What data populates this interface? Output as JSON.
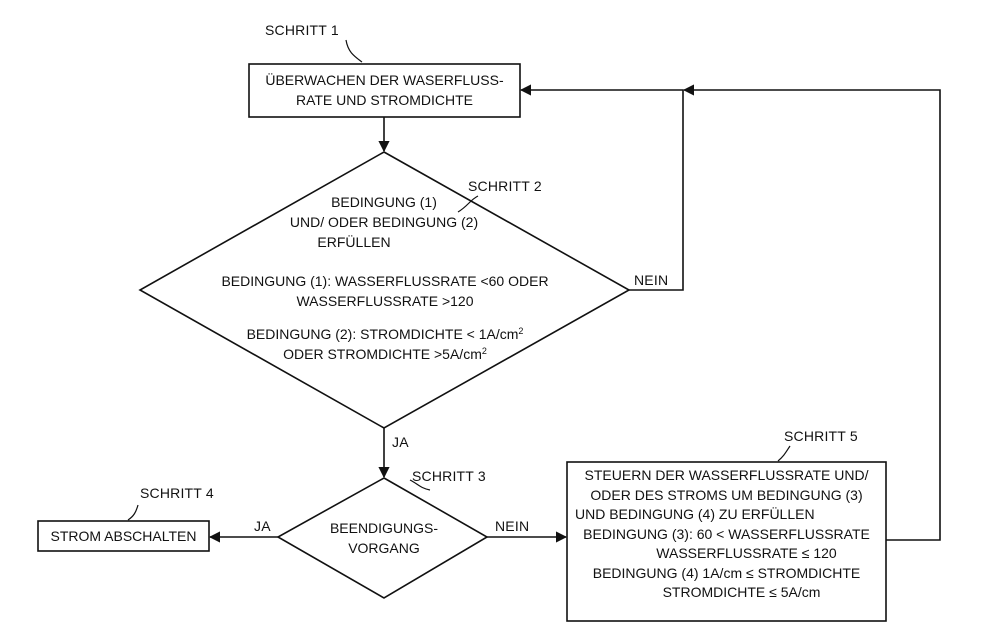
{
  "step1": {
    "label": "SCHRITT 1",
    "line1": "ÜBERWACHEN DER WASERFLUSS-",
    "line2": "RATE UND STROMDICHTE"
  },
  "step2": {
    "label": "SCHRITT 2",
    "q1": "BEDINGUNG (1)",
    "q2": "UND/ ODER  BEDINGUNG (2)",
    "q3": "ERFÜLLEN",
    "c1a": "BEDINGUNG (1): WASSERFLUSSRATE <60 ODER",
    "c1b": "WASSERFLUSSRATE >120",
    "c2a": "BEDINGUNG (2): STROMDICHTE < 1A/cm",
    "c2b": "ODER STROMDICHTE >5A/cm",
    "sup": "2",
    "no": "NEIN",
    "yes": "JA"
  },
  "step3": {
    "label": "SCHRITT 3",
    "line1": "BEENDIGUNGS-",
    "line2": "VORGANG",
    "yes": "JA",
    "no": "NEIN"
  },
  "step4": {
    "label": "SCHRITT 4",
    "text": "STROM ABSCHALTEN"
  },
  "step5": {
    "label": "SCHRITT 5",
    "l1": "STEUERN DER WASSERFLUSSRATE UND/",
    "l2": "ODER DES STROMS UM BEDINGUNG (3)",
    "l3": "UND BEDINGUNG (4) ZU ERFÜLLEN",
    "l4": "BEDINGUNG (3): 60 < WASSERFLUSSRATE",
    "l5": "WASSERFLUSSRATE ≤ 120",
    "l6": "BEDINGUNG (4) 1A/cm ≤ STROMDICHTE",
    "l7": "STROMDICHTE ≤ 5A/cm"
  }
}
